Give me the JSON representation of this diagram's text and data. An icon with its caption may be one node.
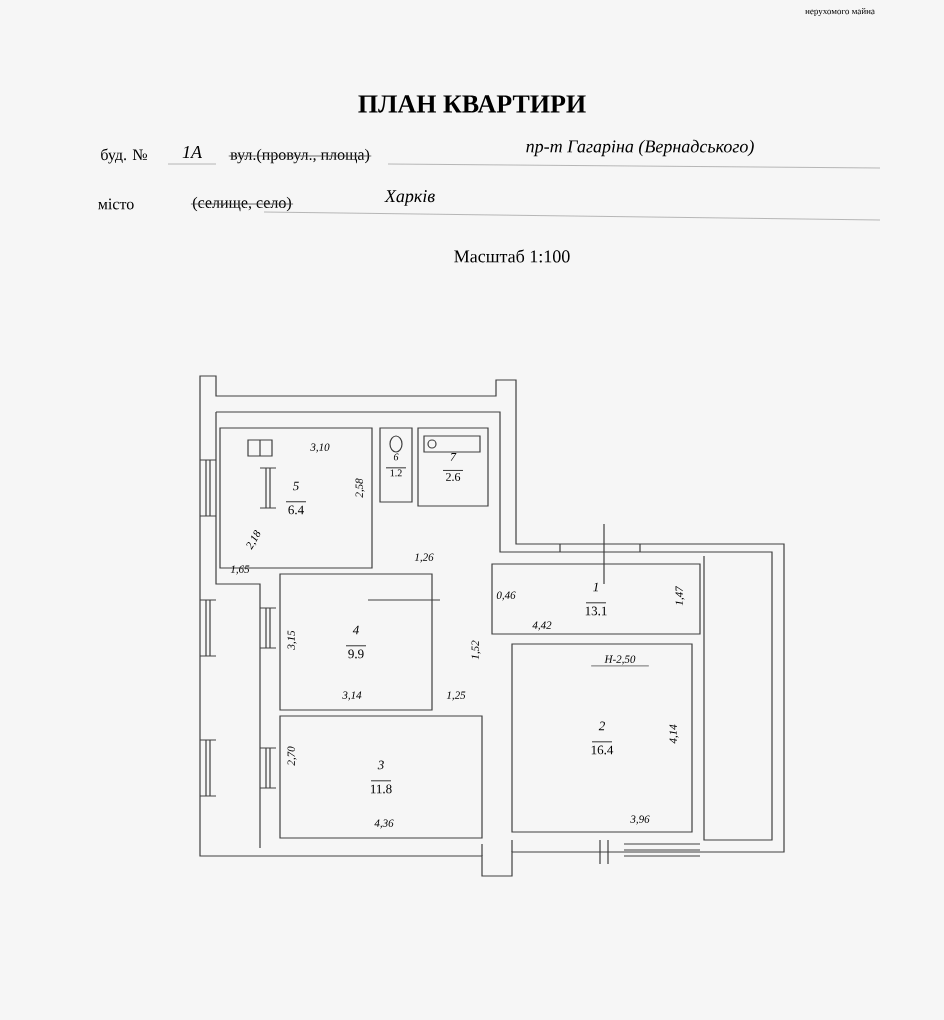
{
  "diagram": {
    "title": "ПЛАН КВАРТИРИ",
    "nodes": [
      {
        "text": [
          "5",
          "6.4"
        ]
      },
      {
        "text": [
          "6",
          "1.2"
        ]
      },
      {
        "text": [
          "7",
          "2.6"
        ]
      },
      {
        "text": [
          "1",
          "13.1"
        ]
      },
      {
        "text": [
          "4",
          "9.9"
        ]
      },
      {
        "text": [
          "3",
          "11.8"
        ]
      },
      {
        "text": [
          "2",
          "16.4"
        ]
      }
    ],
    "labels": [
      "нерухомого майна",
      "буд. №",
      "1А",
      "вул.(провул., площа)",
      "пр-т Гагаріна (Вернадського)",
      "місто",
      "(селище, село)",
      "Харків",
      "Масштаб 1:100",
      "3,10",
      "2,58",
      "2,18",
      "1,65",
      "1,26",
      "0,46",
      "1,47",
      "4,42",
      "H-2,50",
      "1,52",
      "3,15",
      "3,14",
      "1,25",
      "2,70",
      "4,14",
      "4,36",
      "3,96"
    ]
  }
}
